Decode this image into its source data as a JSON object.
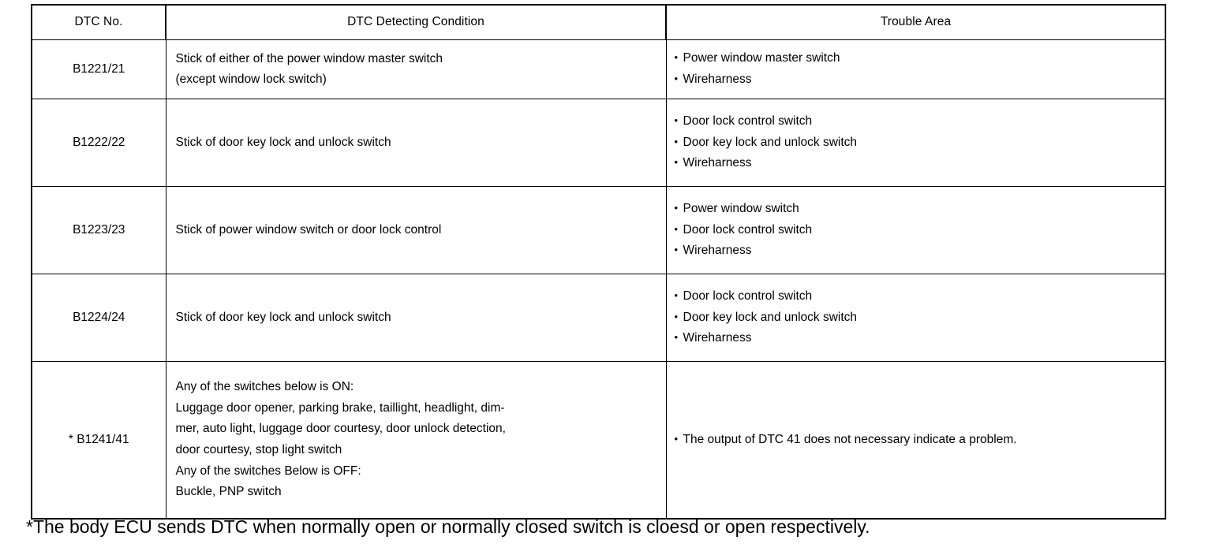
{
  "table": {
    "headers": [
      "DTC No.",
      "DTC Detecting Condition",
      "Trouble Area"
    ],
    "rows": [
      {
        "dtc_no": "B1221/21",
        "condition_lines": [
          "Stick of either of the power window master switch",
          "(except window lock switch)"
        ],
        "trouble_items": [
          "Power window master switch",
          "Wireharness"
        ]
      },
      {
        "dtc_no": "B1222/22",
        "condition_lines": [
          "Stick of door key lock and unlock switch"
        ],
        "trouble_items": [
          "Door lock control switch",
          "Door key lock and unlock switch",
          "Wireharness"
        ]
      },
      {
        "dtc_no": "B1223/23",
        "condition_lines": [
          "Stick of power window switch or door lock control"
        ],
        "trouble_items": [
          "Power window switch",
          "Door lock control switch",
          "Wireharness"
        ]
      },
      {
        "dtc_no": "B1224/24",
        "condition_lines": [
          "Stick of door key lock and unlock switch"
        ],
        "trouble_items": [
          "Door lock control switch",
          "Door key lock and unlock switch",
          "Wireharness"
        ]
      },
      {
        "dtc_no": "* B1241/41",
        "condition_lines": [
          "Any of the switches below is ON:",
          "Luggage door opener, parking brake, taillight, headlight, dim-",
          "mer, auto light, luggage door courtesy, door unlock detection,",
          "door courtesy, stop light switch",
          "Any of the switches Below is OFF:",
          "Buckle, PNP switch"
        ],
        "trouble_items": [
          "The output of DTC 41 does not necessary indicate a problem."
        ]
      }
    ],
    "bullet_glyph": "•"
  },
  "footnote": "*The body ECU sends DTC when normally open or normally closed switch is cloesd or open respectively.",
  "colors": {
    "text": "#000000",
    "background": "#ffffff",
    "border": "#000000"
  }
}
